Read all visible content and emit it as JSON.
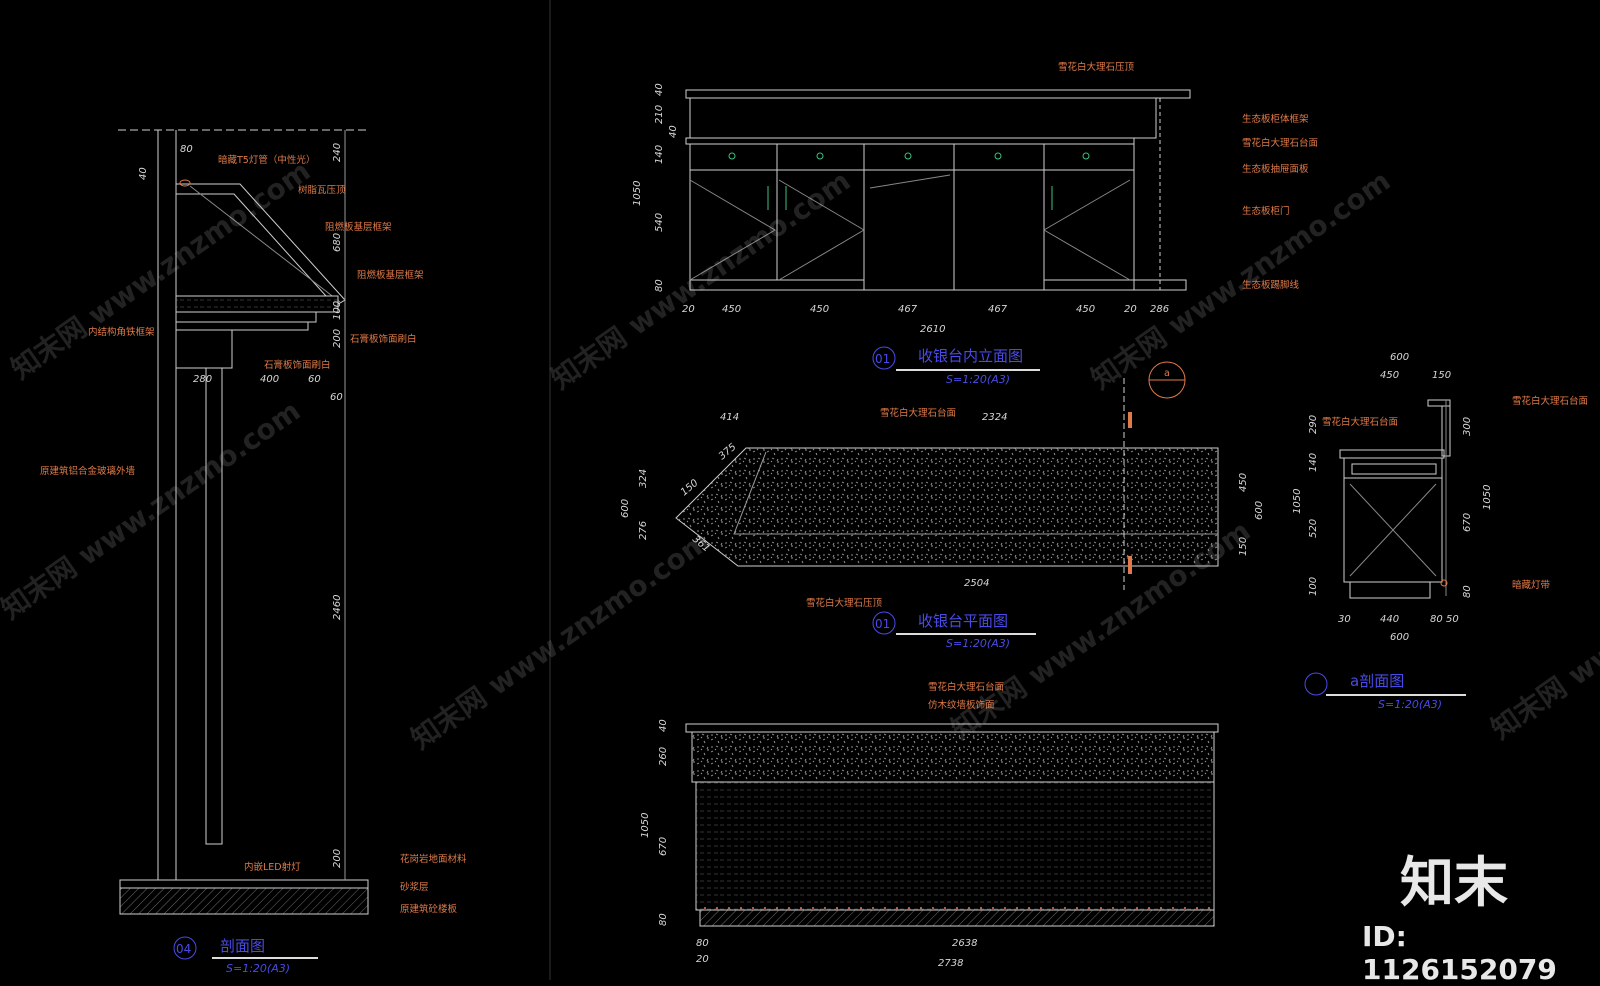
{
  "section04": {
    "title": "剖面图",
    "number": "04",
    "scale": "S=1:20(A3)",
    "labels": {
      "t5": "暗藏T5灯管（中性光）",
      "resin": "树脂瓦压顶",
      "frame1": "阻燃板基层框架",
      "frame2": "阻燃板基层框架",
      "gypsum": "石膏板饰面刷白",
      "inner": "内结构角铁框架",
      "gypsum2": "石膏板饰面刷白",
      "wall": "原建筑铝合金玻璃外墙",
      "led": "内嵌LED射灯",
      "granite": "花岗岩地面材料",
      "mortar": "砂浆层",
      "slab": "原建筑砼楼板"
    },
    "dims": {
      "d80": "80",
      "d40": "40",
      "d240": "240",
      "d680": "680",
      "d100": "100",
      "d200a": "200",
      "d280": "280",
      "d400": "400",
      "d60": "60",
      "d60b": "60",
      "d2460": "2460",
      "d200b": "200"
    }
  },
  "elevation01": {
    "title": "收银台内立面图",
    "number": "01",
    "scale": "S=1:20(A3)",
    "labels": {
      "top": "雪花白大理石压顶",
      "cabinet": "生态板柜体框架",
      "counter": "雪花白大理石台面",
      "drawer": "生态板抽屉面板",
      "door": "生态板柜门",
      "kick": "生态板踢脚线"
    },
    "vdims": [
      "40",
      "210",
      "40",
      "140",
      "540",
      "80",
      "1050"
    ],
    "hdims": [
      "20",
      "450",
      "450",
      "467",
      "467",
      "450",
      "20",
      "286"
    ],
    "total": "2610"
  },
  "plan01": {
    "title": "收银台平面图",
    "number": "01",
    "scale": "S=1:20(A3)",
    "labels": {
      "top": "雪花白大理石台面",
      "bottom": "雪花白大理石压顶"
    },
    "dims": {
      "d414": "414",
      "d2324": "2324",
      "d375": "375",
      "d150": "150",
      "d361": "361",
      "d2504": "2504",
      "d324": "324",
      "d276": "276",
      "d600": "600",
      "d450": "450",
      "d150r": "150",
      "d600r": "600"
    },
    "marker": "a"
  },
  "sectionA": {
    "title": "a剖面图",
    "scale": "S=1:20(A3)",
    "labels": {
      "top": "雪花白大理石台面",
      "counter": "雪花白大理石台面",
      "light": "暗藏灯带"
    },
    "dims": {
      "top600": "600",
      "d450": "450",
      "d150": "150",
      "l290": "290",
      "l140": "140",
      "l520": "520",
      "l100": "100",
      "l1050": "1050",
      "r300": "300",
      "r670": "670",
      "r80": "80",
      "r1050": "1050",
      "b30": "30",
      "b440": "440",
      "b80": "80",
      "b50": "50",
      "b600": "600"
    }
  },
  "frontElev": {
    "labels": {
      "counter": "雪花白大理石台面",
      "wood": "仿木纹墙板饰面"
    },
    "vdims": [
      "40",
      "260",
      "670",
      "80",
      "1050"
    ],
    "hdims": [
      "80",
      "2638",
      "20",
      "2738"
    ]
  },
  "watermark": "知末网 www.znzmo.com",
  "brand": "知末",
  "id": "ID: 1126152079"
}
